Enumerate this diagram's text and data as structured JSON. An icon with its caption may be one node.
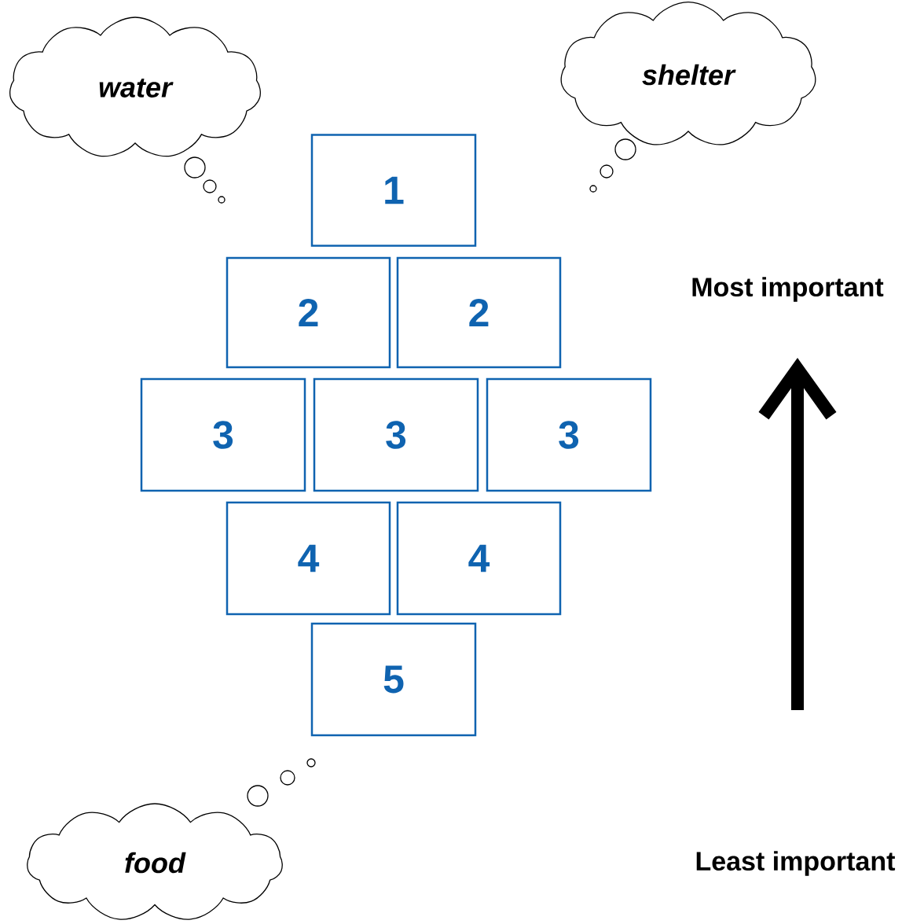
{
  "diagram": {
    "nodes": [
      {
        "text": [
          "water"
        ]
      },
      {
        "text": [
          "shelter"
        ]
      },
      {
        "text": [
          "1"
        ]
      },
      {
        "text": [
          "2"
        ]
      },
      {
        "text": [
          "2"
        ]
      },
      {
        "text": [
          "3"
        ]
      },
      {
        "text": [
          "3"
        ]
      },
      {
        "text": [
          "3"
        ]
      },
      {
        "text": [
          "4"
        ]
      },
      {
        "text": [
          "4"
        ]
      },
      {
        "text": [
          "5"
        ]
      },
      {
        "text": [
          "food"
        ]
      }
    ],
    "labels": [
      "Most important",
      "Least important"
    ]
  }
}
